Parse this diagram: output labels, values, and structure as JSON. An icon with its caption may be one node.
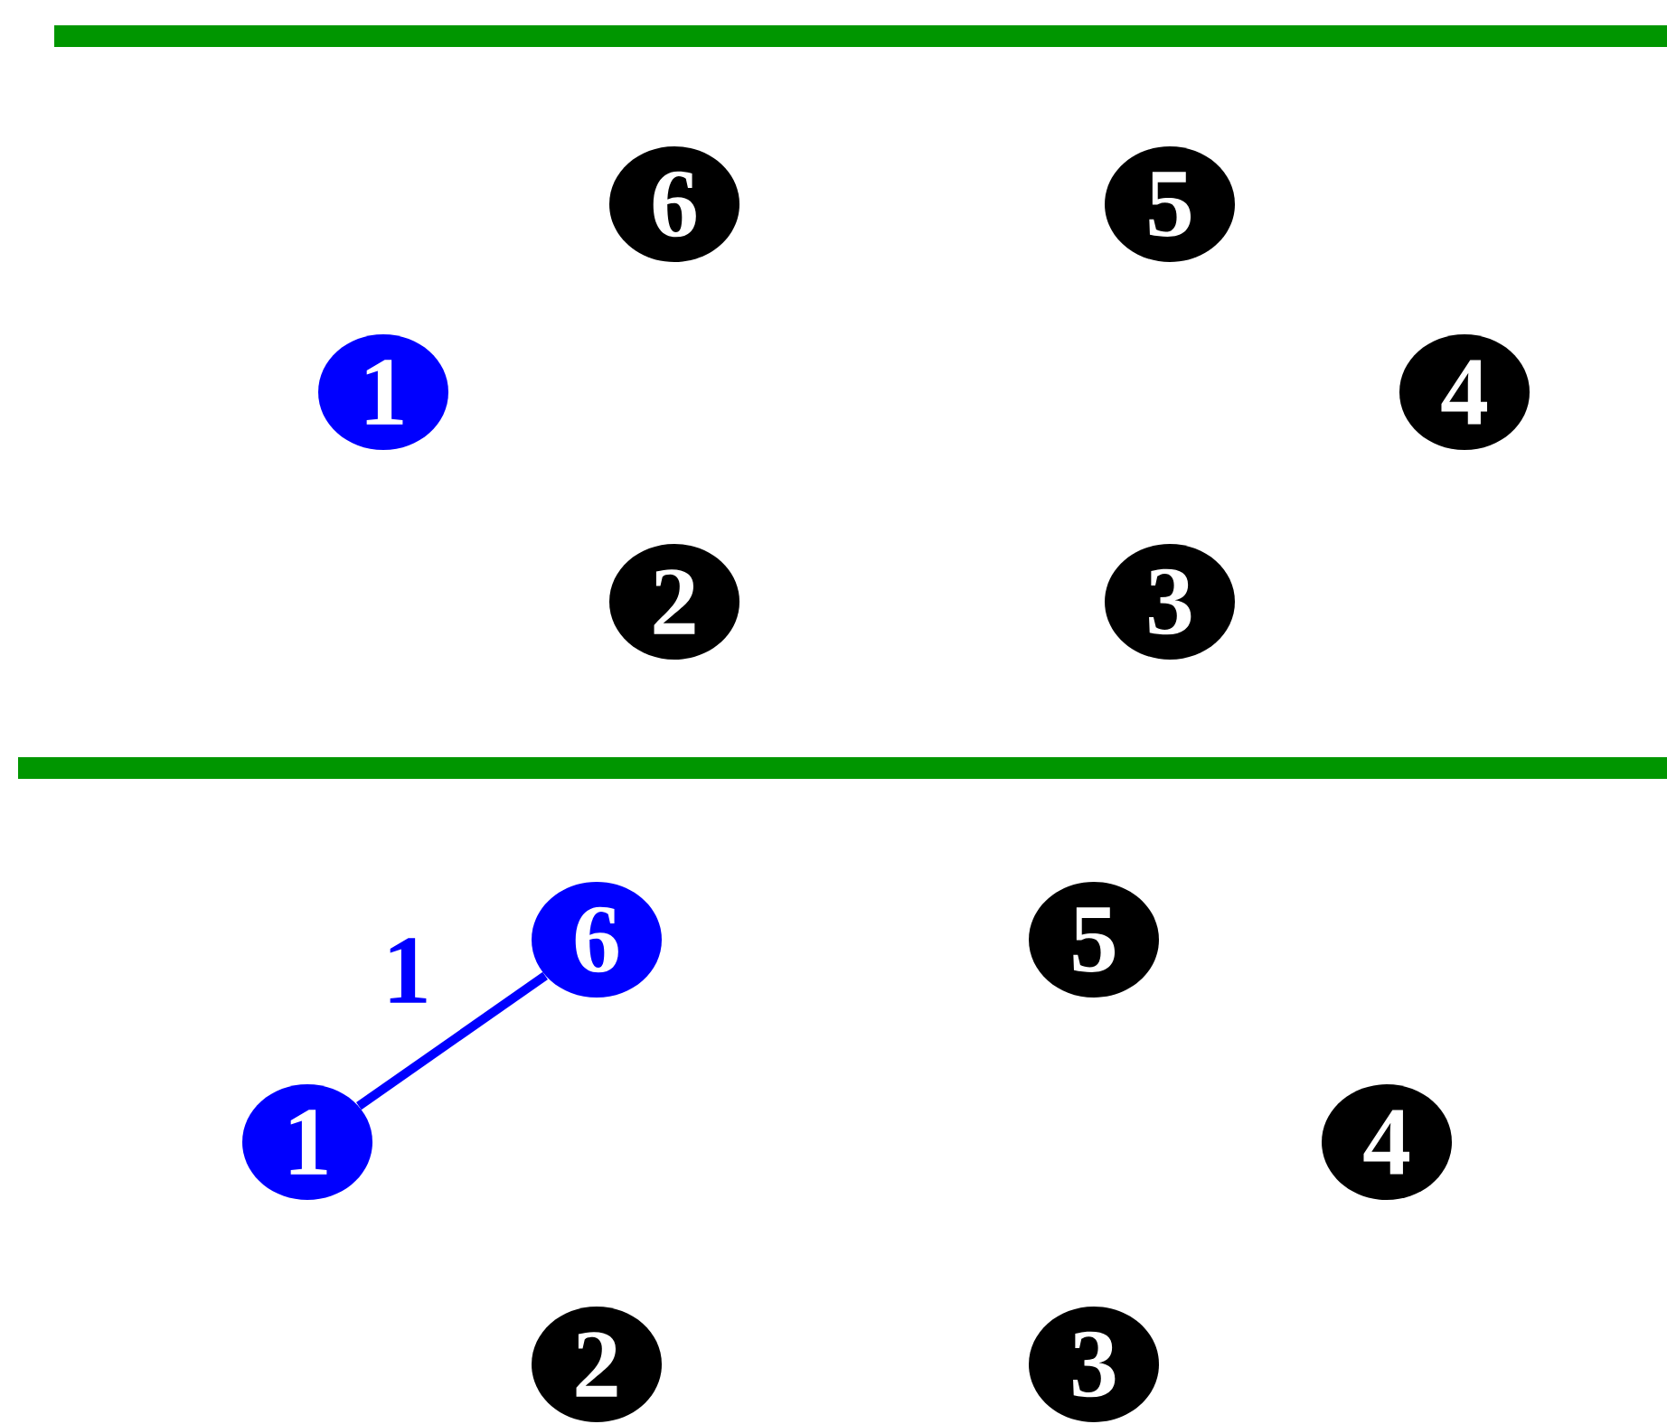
{
  "diagram": {
    "nodes": [
      {
        "text": [
          "6"
        ]
      },
      {
        "text": [
          "5"
        ]
      },
      {
        "text": [
          "1"
        ]
      },
      {
        "text": [
          "4"
        ]
      },
      {
        "text": [
          "2"
        ]
      },
      {
        "text": [
          "3"
        ]
      },
      {
        "text": [
          "6"
        ]
      },
      {
        "text": [
          "5"
        ]
      },
      {
        "text": [
          "1"
        ]
      },
      {
        "text": [
          "4"
        ]
      },
      {
        "text": [
          "2"
        ]
      },
      {
        "text": [
          "3"
        ]
      }
    ],
    "edges": [
      {
        "from": 8,
        "to": 6,
        "arrow": "none",
        "label": "1",
        "color": "#0000ff"
      }
    ]
  }
}
